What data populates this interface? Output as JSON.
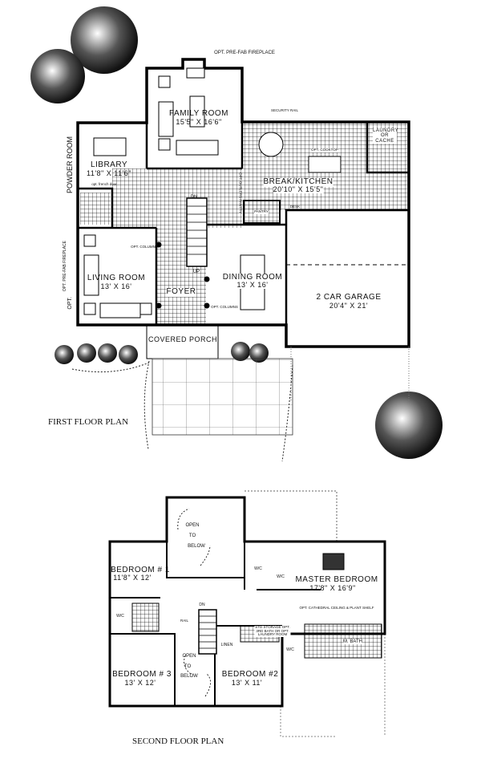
{
  "first_floor": {
    "title": "FIRST FLOOR PLAN",
    "fireplace_note": "OPT. PRE-FAB FIREPLACE",
    "security_rail": "SECURITY RAIL",
    "rooms": {
      "family": {
        "name": "FAMILY ROOM",
        "size": "15'5\" X 16'6\""
      },
      "library": {
        "name": "LIBRARY",
        "size": "11'8\" X 11'6\""
      },
      "powder": {
        "name": "POWDER ROOM"
      },
      "kitchen": {
        "name": "BREAK/KITCHEN",
        "size": "20'10\" X 15'5\""
      },
      "laundry": {
        "name": "LAUNDRY OR CACHE"
      },
      "living": {
        "name": "LIVING ROOM",
        "size": "13' X 16'"
      },
      "foyer": {
        "name": "FOYER"
      },
      "dining": {
        "name": "DINING ROOM",
        "size": "13' X 16'"
      },
      "garage": {
        "name": "2 CAR GARAGE",
        "size": "20'4\" X 21'"
      },
      "porch": {
        "name": "COVERED PORCH"
      }
    },
    "notes": {
      "cooktop": "OPT. COOKTOP",
      "pantry": "PANTRY",
      "desk": "DESK",
      "dn": "DN",
      "up": "UP",
      "french_door": "opt. french door",
      "column1": "OPT. COLUMNS",
      "column2": "OPT. COLUMNS",
      "butlers_pantry": "OPT. BUTLERS PANTRY",
      "opt_fireplace": "OPT. PRE-FAB FIREPLACE",
      "opt": "OPT."
    }
  },
  "second_floor": {
    "title": "SECOND FLOOR PLAN",
    "rooms": {
      "bedroom1": {
        "name": "BEDROOM # 1",
        "size": "11'8\" X 12'"
      },
      "bedroom2": {
        "name": "BEDROOM #2",
        "size": "13' X 11'"
      },
      "bedroom3": {
        "name": "BEDROOM # 3",
        "size": "13' X 12'"
      },
      "master": {
        "name": "MASTER BEDROOM",
        "size": "17'8\" X 16'9\""
      },
      "mbath": {
        "name": "M. BATH"
      },
      "linen": {
        "name": "LINEN"
      }
    },
    "open_below_1": [
      "OPEN",
      "TO",
      "BELOW"
    ],
    "open_below_2": [
      "OPEN",
      "TO",
      "BELOW"
    ],
    "notes": {
      "wic1": "W/C",
      "wic2": "W/C",
      "wic3": "W/C",
      "wic4": "W/C",
      "dn": "DN",
      "rail": "RAIL",
      "storage": "STD STORAGE OPT. 3RD BATH OR OPT. LAUNDRY ROOM",
      "cathedral": "OPT. CATHEDRAL CEILING & PLANT SHELF"
    }
  }
}
